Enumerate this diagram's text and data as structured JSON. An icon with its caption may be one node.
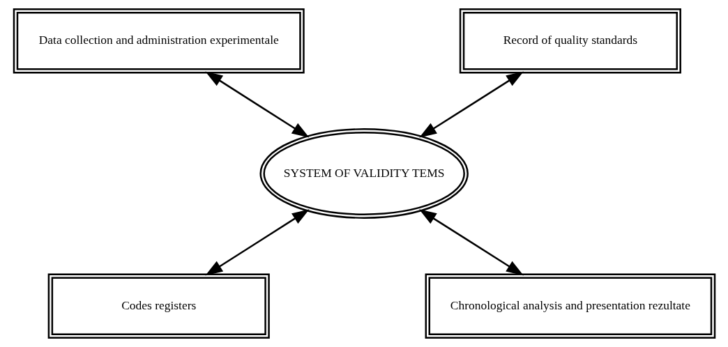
{
  "diagram": {
    "nodes": [
      {
        "text": [
          "Data collection and administration experimentale"
        ]
      },
      {
        "text": [
          "Record of quality standards"
        ]
      },
      {
        "text": [
          "SYSTEM OF VALIDITY TEMS"
        ]
      },
      {
        "text": [
          "Codes registers"
        ]
      },
      {
        "text": [
          "Chronological analysis and presentation rezultate"
        ]
      }
    ],
    "edges": [
      {
        "from": 0,
        "to": 2,
        "arrow": "both"
      },
      {
        "from": 1,
        "to": 2,
        "arrow": "both"
      },
      {
        "from": 2,
        "to": 3,
        "arrow": "both"
      },
      {
        "from": 2,
        "to": 4,
        "arrow": "both"
      }
    ]
  }
}
